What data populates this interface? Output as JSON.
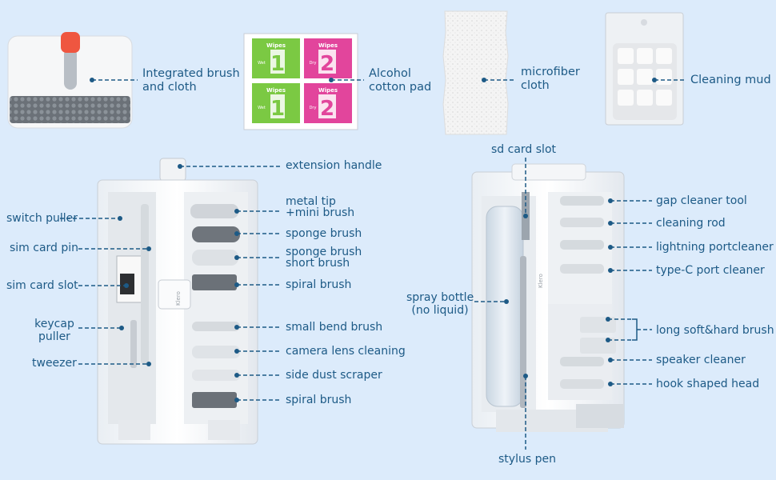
{
  "colors": {
    "background": "#dcebfb",
    "label": "#1d5a86",
    "leader": "#1d5a86",
    "pad_green": "#7bc943",
    "pad_pink": "#e2459c",
    "knob": "#ef5640"
  },
  "accessories": [
    {
      "name": "integrated-brush-label",
      "lines": [
        "Integrated brush",
        "and cloth"
      ]
    },
    {
      "name": "alcohol-pad-label",
      "lines": [
        "Alcohol",
        "cotton pad"
      ]
    },
    {
      "name": "microfiber-label",
      "lines": [
        "microfiber",
        "cloth"
      ]
    },
    {
      "name": "cleaning-mud-label",
      "lines": [
        "Cleaning mud"
      ]
    }
  ],
  "wipes": {
    "title": "Wipes",
    "num1": "1",
    "num2": "2",
    "tag1": "Wet",
    "tag2": "Dry"
  },
  "left_tool": {
    "brand": "Klero",
    "top_label": "extension handle",
    "left_labels": [
      {
        "name": "switch-puller-label",
        "lines": [
          "switch puller"
        ]
      },
      {
        "name": "sim-card-pin-label",
        "lines": [
          "sim card pin"
        ]
      },
      {
        "name": "sim-card-slot-label",
        "lines": [
          "sim card slot"
        ]
      },
      {
        "name": "keycap-puller-label",
        "lines": [
          "keycap",
          "puller"
        ]
      },
      {
        "name": "tweezer-label",
        "lines": [
          "tweezer"
        ]
      }
    ],
    "right_labels": [
      {
        "name": "metal-tip-label",
        "lines": [
          "metal tip",
          "+mini brush"
        ]
      },
      {
        "name": "sponge-brush-label",
        "lines": [
          "sponge brush"
        ]
      },
      {
        "name": "sponge-brush-short-label",
        "lines": [
          "sponge brush",
          "short brush"
        ]
      },
      {
        "name": "spiral-brush-label",
        "lines": [
          "spiral brush"
        ]
      },
      {
        "name": "small-bend-brush-label",
        "lines": [
          "small bend brush"
        ]
      },
      {
        "name": "camera-lens-label",
        "lines": [
          "camera lens cleaning"
        ]
      },
      {
        "name": "side-dust-scraper-label",
        "lines": [
          "side dust scraper"
        ]
      },
      {
        "name": "spiral-brush-2-label",
        "lines": [
          "spiral brush"
        ]
      }
    ]
  },
  "right_tool": {
    "brand": "Klero",
    "top_label": "sd card slot",
    "bottom_label": "stylus pen",
    "left_labels": [
      {
        "name": "spray-bottle-label",
        "lines": [
          "spray bottle",
          "(no liquid)"
        ]
      }
    ],
    "right_labels": [
      {
        "name": "gap-cleaner-label",
        "lines": [
          "gap cleaner tool"
        ]
      },
      {
        "name": "cleaning-rod-label",
        "lines": [
          "cleaning rod"
        ]
      },
      {
        "name": "lightning-label",
        "lines": [
          "lightning portcleaner"
        ]
      },
      {
        "name": "type-c-label",
        "lines": [
          "type-C port cleaner"
        ]
      },
      {
        "name": "long-brush-label",
        "lines": [
          "long soft&hard brush"
        ]
      },
      {
        "name": "speaker-cleaner-label",
        "lines": [
          "speaker cleaner"
        ]
      },
      {
        "name": "hook-head-label",
        "lines": [
          "hook shaped head"
        ]
      }
    ]
  }
}
